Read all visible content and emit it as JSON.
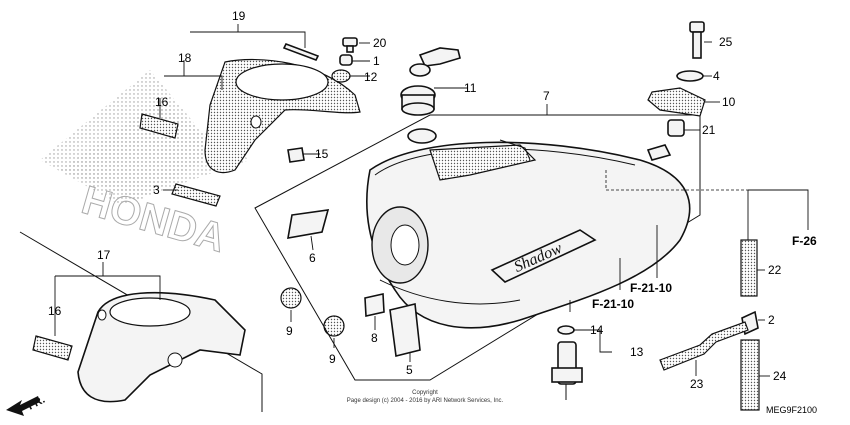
{
  "diagram": {
    "callouts": [
      "19",
      "18",
      "16",
      "20",
      "1",
      "12",
      "15",
      "3",
      "17",
      "16",
      "9",
      "9",
      "6",
      "8",
      "5",
      "11",
      "7",
      "14",
      "13",
      "25",
      "4",
      "10",
      "21",
      "22",
      "2",
      "23",
      "24"
    ],
    "refs": [
      "F-26",
      "F-21-10",
      "F-21-10"
    ],
    "brand_watermark": "HONDA",
    "tank_badge": "Shadow",
    "direction_label": "FR.",
    "copyright_line1": "Copyright",
    "copyright_line2": "Page design (c) 2004 - 2016 by ARI Network Services, Inc.",
    "figure_code": "MEG9F2100"
  }
}
